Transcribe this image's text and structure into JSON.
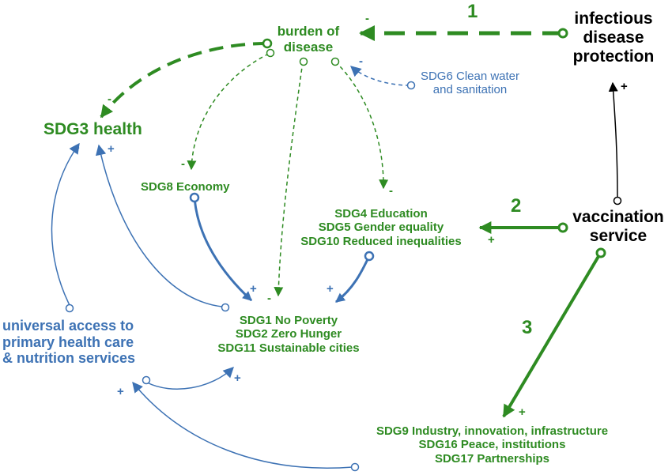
{
  "colors": {
    "green": "#2e8b22",
    "blue": "#3d72b4",
    "black": "#000000"
  },
  "nodes": {
    "burden": {
      "lines": [
        "burden of",
        "disease"
      ]
    },
    "infectious": {
      "lines": [
        "infectious",
        "disease",
        "protection"
      ]
    },
    "sdg6": {
      "lines": [
        "SDG6 Clean water",
        "and sanitation"
      ]
    },
    "sdg3": {
      "lines": [
        "SDG3 health"
      ]
    },
    "sdg8": {
      "lines": [
        "SDG8 Economy"
      ]
    },
    "sdg4": {
      "lines": [
        "SDG4 Education",
        "SDG5 Gender equality",
        "SDG10 Reduced inequalities"
      ]
    },
    "vaccination": {
      "lines": [
        "vaccination",
        "service"
      ]
    },
    "universal": {
      "lines": [
        "universal access to",
        "primary health care",
        "& nutrition services"
      ]
    },
    "sdg1": {
      "lines": [
        "SDG1 No Poverty",
        "SDG2 Zero Hunger",
        "SDG11 Sustainable cities"
      ]
    },
    "sdg9": {
      "lines": [
        "SDG9 Industry, innovation, infrastructure",
        "SDG16 Peace, institutions",
        "SDG17 Partnerships"
      ]
    }
  },
  "pathways": [
    "1",
    "2",
    "3"
  ],
  "signs": {
    "s_inf_burden": "-",
    "s_burden_sdg3": "-",
    "s_sdg6_burden": "-",
    "s_burden_sdg8": "-",
    "s_burden_sdg4": "-",
    "s_burden_sdg1": "-",
    "s_vacc_inf": "+",
    "s_vacc_sdg4": "+",
    "s_sdg8_sdg1": "+",
    "s_sdg4_sdg1": "+",
    "s_univ_sdg3": "+",
    "s_sdg1_sdg3": "+",
    "s_univ_sdg1": "+",
    "s_sdg9_univ": "+",
    "s_vacc_sdg9": "+"
  }
}
